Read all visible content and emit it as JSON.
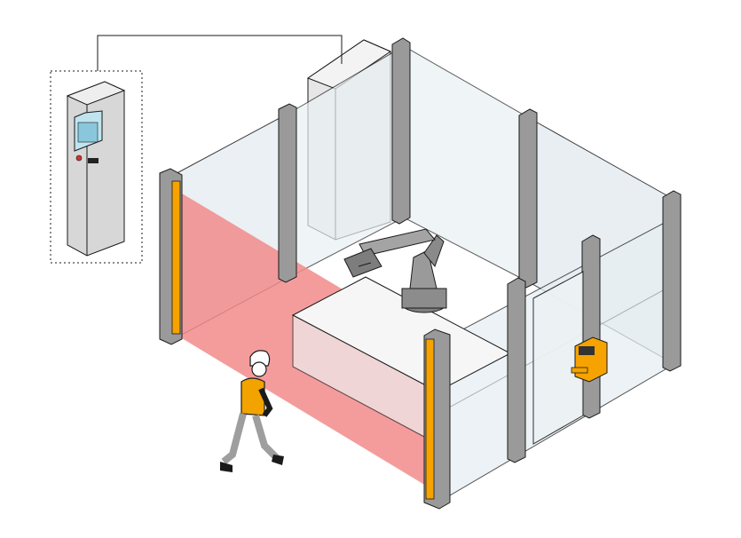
{
  "diagram": {
    "colors": {
      "background": "#ffffff",
      "outline": "#1a1a1a",
      "glass": "#e4ecf0",
      "glass_edge": "#a7b3ba",
      "post": "#9a9a9a",
      "post_side": "#c9c9c9",
      "light_curtain": "#f6a300",
      "light_field": "#f28b8b",
      "cabinet": "#dcdcdc",
      "robot": "#8f8f8f",
      "worker_vest": "#f2a300",
      "worker_body": "#9e9e9e",
      "helmet": "#ffffff",
      "lock": "#f6a300"
    },
    "components": [
      {
        "name": "control-cabinet-icon",
        "icon": "electrical-control-cabinet"
      },
      {
        "name": "light-curtain-emitter",
        "icon": "safety-light-curtain"
      },
      {
        "name": "light-curtain-receiver",
        "icon": "safety-light-curtain"
      },
      {
        "name": "protective-field",
        "icon": "light-beam-field"
      },
      {
        "name": "robot-arm",
        "icon": "industrial-robot"
      },
      {
        "name": "guard-fence",
        "icon": "glass-fence-panels"
      },
      {
        "name": "door-interlock",
        "icon": "safety-door-lock"
      },
      {
        "name": "worker",
        "icon": "worker-with-helmet"
      }
    ]
  }
}
